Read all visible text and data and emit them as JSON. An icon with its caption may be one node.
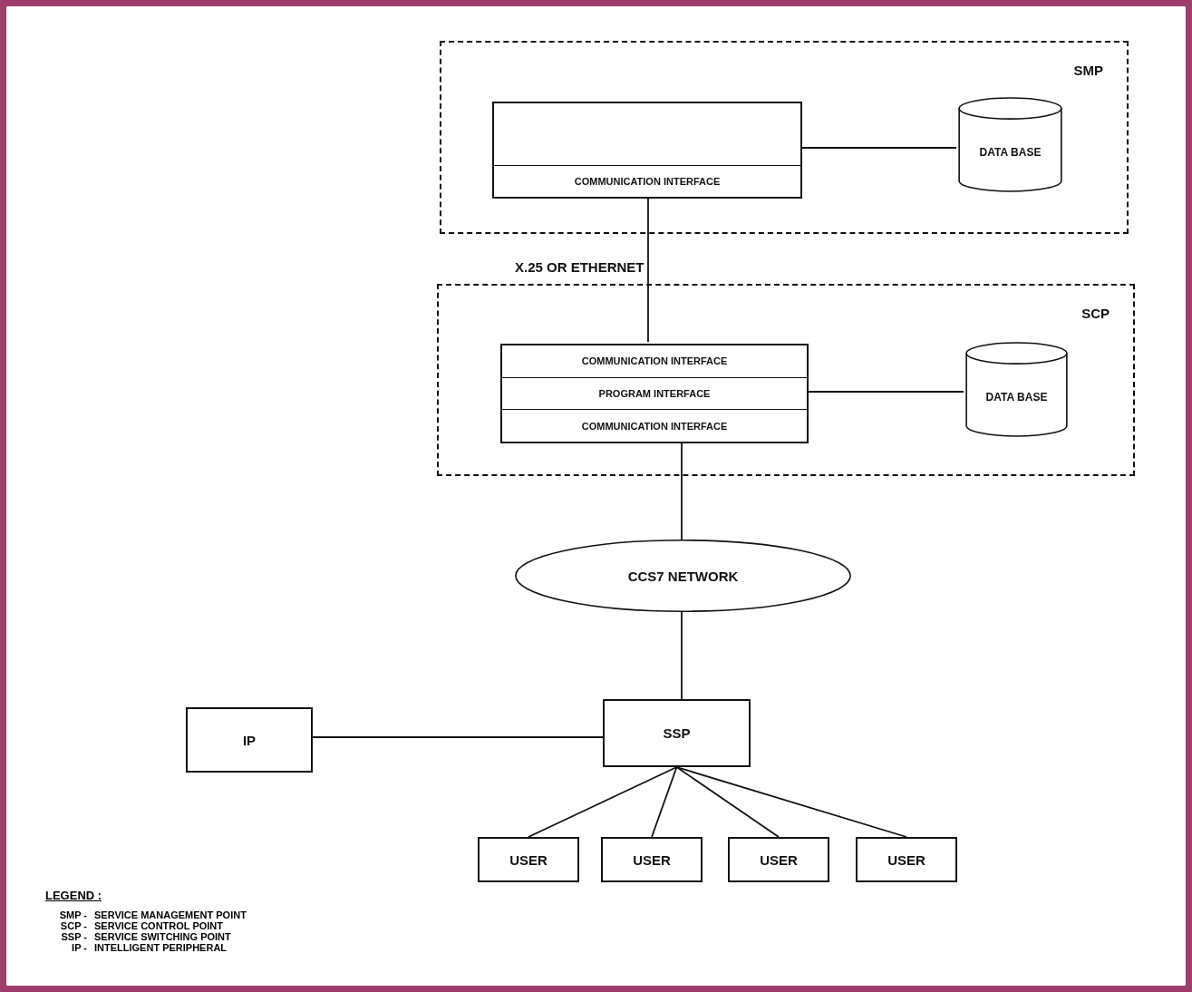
{
  "diagram": {
    "nodes": [
      {
        "text": [
          "SMP"
        ]
      },
      {
        "text": [
          "COMMUNICATION INTERFACE"
        ],
        "in": 0
      },
      {
        "text": [
          "DATA BASE"
        ],
        "in": 0
      },
      {
        "text": [
          "SCP"
        ]
      },
      {
        "text": [
          "COMMUNICATION INTERFACE",
          "PROGRAM INTERFACE",
          "COMMUNICATION INTERFACE"
        ],
        "in": 3
      },
      {
        "text": [
          "DATA BASE"
        ],
        "in": 3
      },
      {
        "text": [
          "CCS7 NETWORK"
        ]
      },
      {
        "text": [
          "IP"
        ]
      },
      {
        "text": [
          "SSP"
        ]
      },
      {
        "text": [
          "USER"
        ]
      },
      {
        "text": [
          "USER"
        ]
      },
      {
        "text": [
          "USER"
        ]
      },
      {
        "text": [
          "USER"
        ]
      }
    ],
    "edges": [
      {
        "from": 1,
        "to": 2,
        "arrow": "none"
      },
      {
        "from": 1,
        "to": 4,
        "arrow": "none",
        "label": "X.25 OR ETHERNET"
      },
      {
        "from": 4,
        "to": 5,
        "arrow": "none"
      },
      {
        "from": 4,
        "to": 6,
        "arrow": "none"
      },
      {
        "from": 6,
        "to": 8,
        "arrow": "none"
      },
      {
        "from": 7,
        "to": 8,
        "arrow": "none"
      },
      {
        "from": 8,
        "to": 9,
        "arrow": "none"
      },
      {
        "from": 8,
        "to": 10,
        "arrow": "none"
      },
      {
        "from": 8,
        "to": 11,
        "arrow": "none"
      },
      {
        "from": 8,
        "to": 12,
        "arrow": "none"
      }
    ],
    "labels": [
      "LEGEND :",
      "SMP -",
      "SERVICE MANAGEMENT POINT",
      "SCP -",
      "SERVICE CONTROL POINT",
      "SSP -",
      "SERVICE SWITCHING POINT",
      "IP -",
      "INTELLIGENT PERIPHERAL"
    ]
  }
}
